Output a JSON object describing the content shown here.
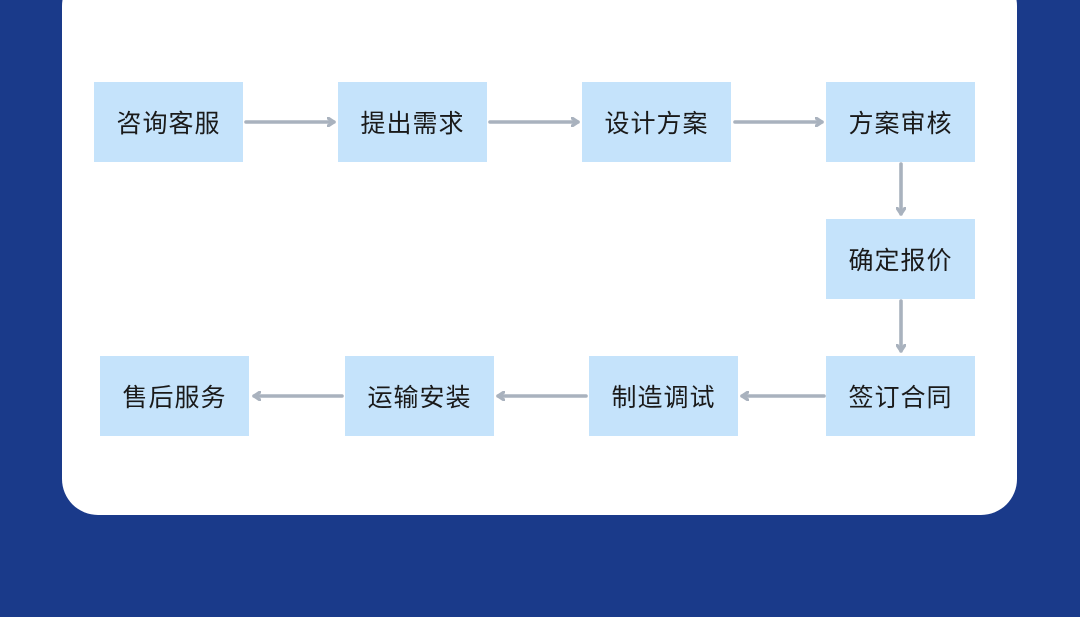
{
  "colors": {
    "background": "#1a3a8a",
    "card": "#ffffff",
    "box": "#c5e3fb",
    "arrow": "#a9b2be",
    "text": "#1a1a1a"
  },
  "flow": {
    "steps": [
      "咨询客服",
      "提出需求",
      "设计方案",
      "方案审核",
      "确定报价",
      "签订合同",
      "制造调试",
      "运输安装",
      "售后服务"
    ]
  }
}
